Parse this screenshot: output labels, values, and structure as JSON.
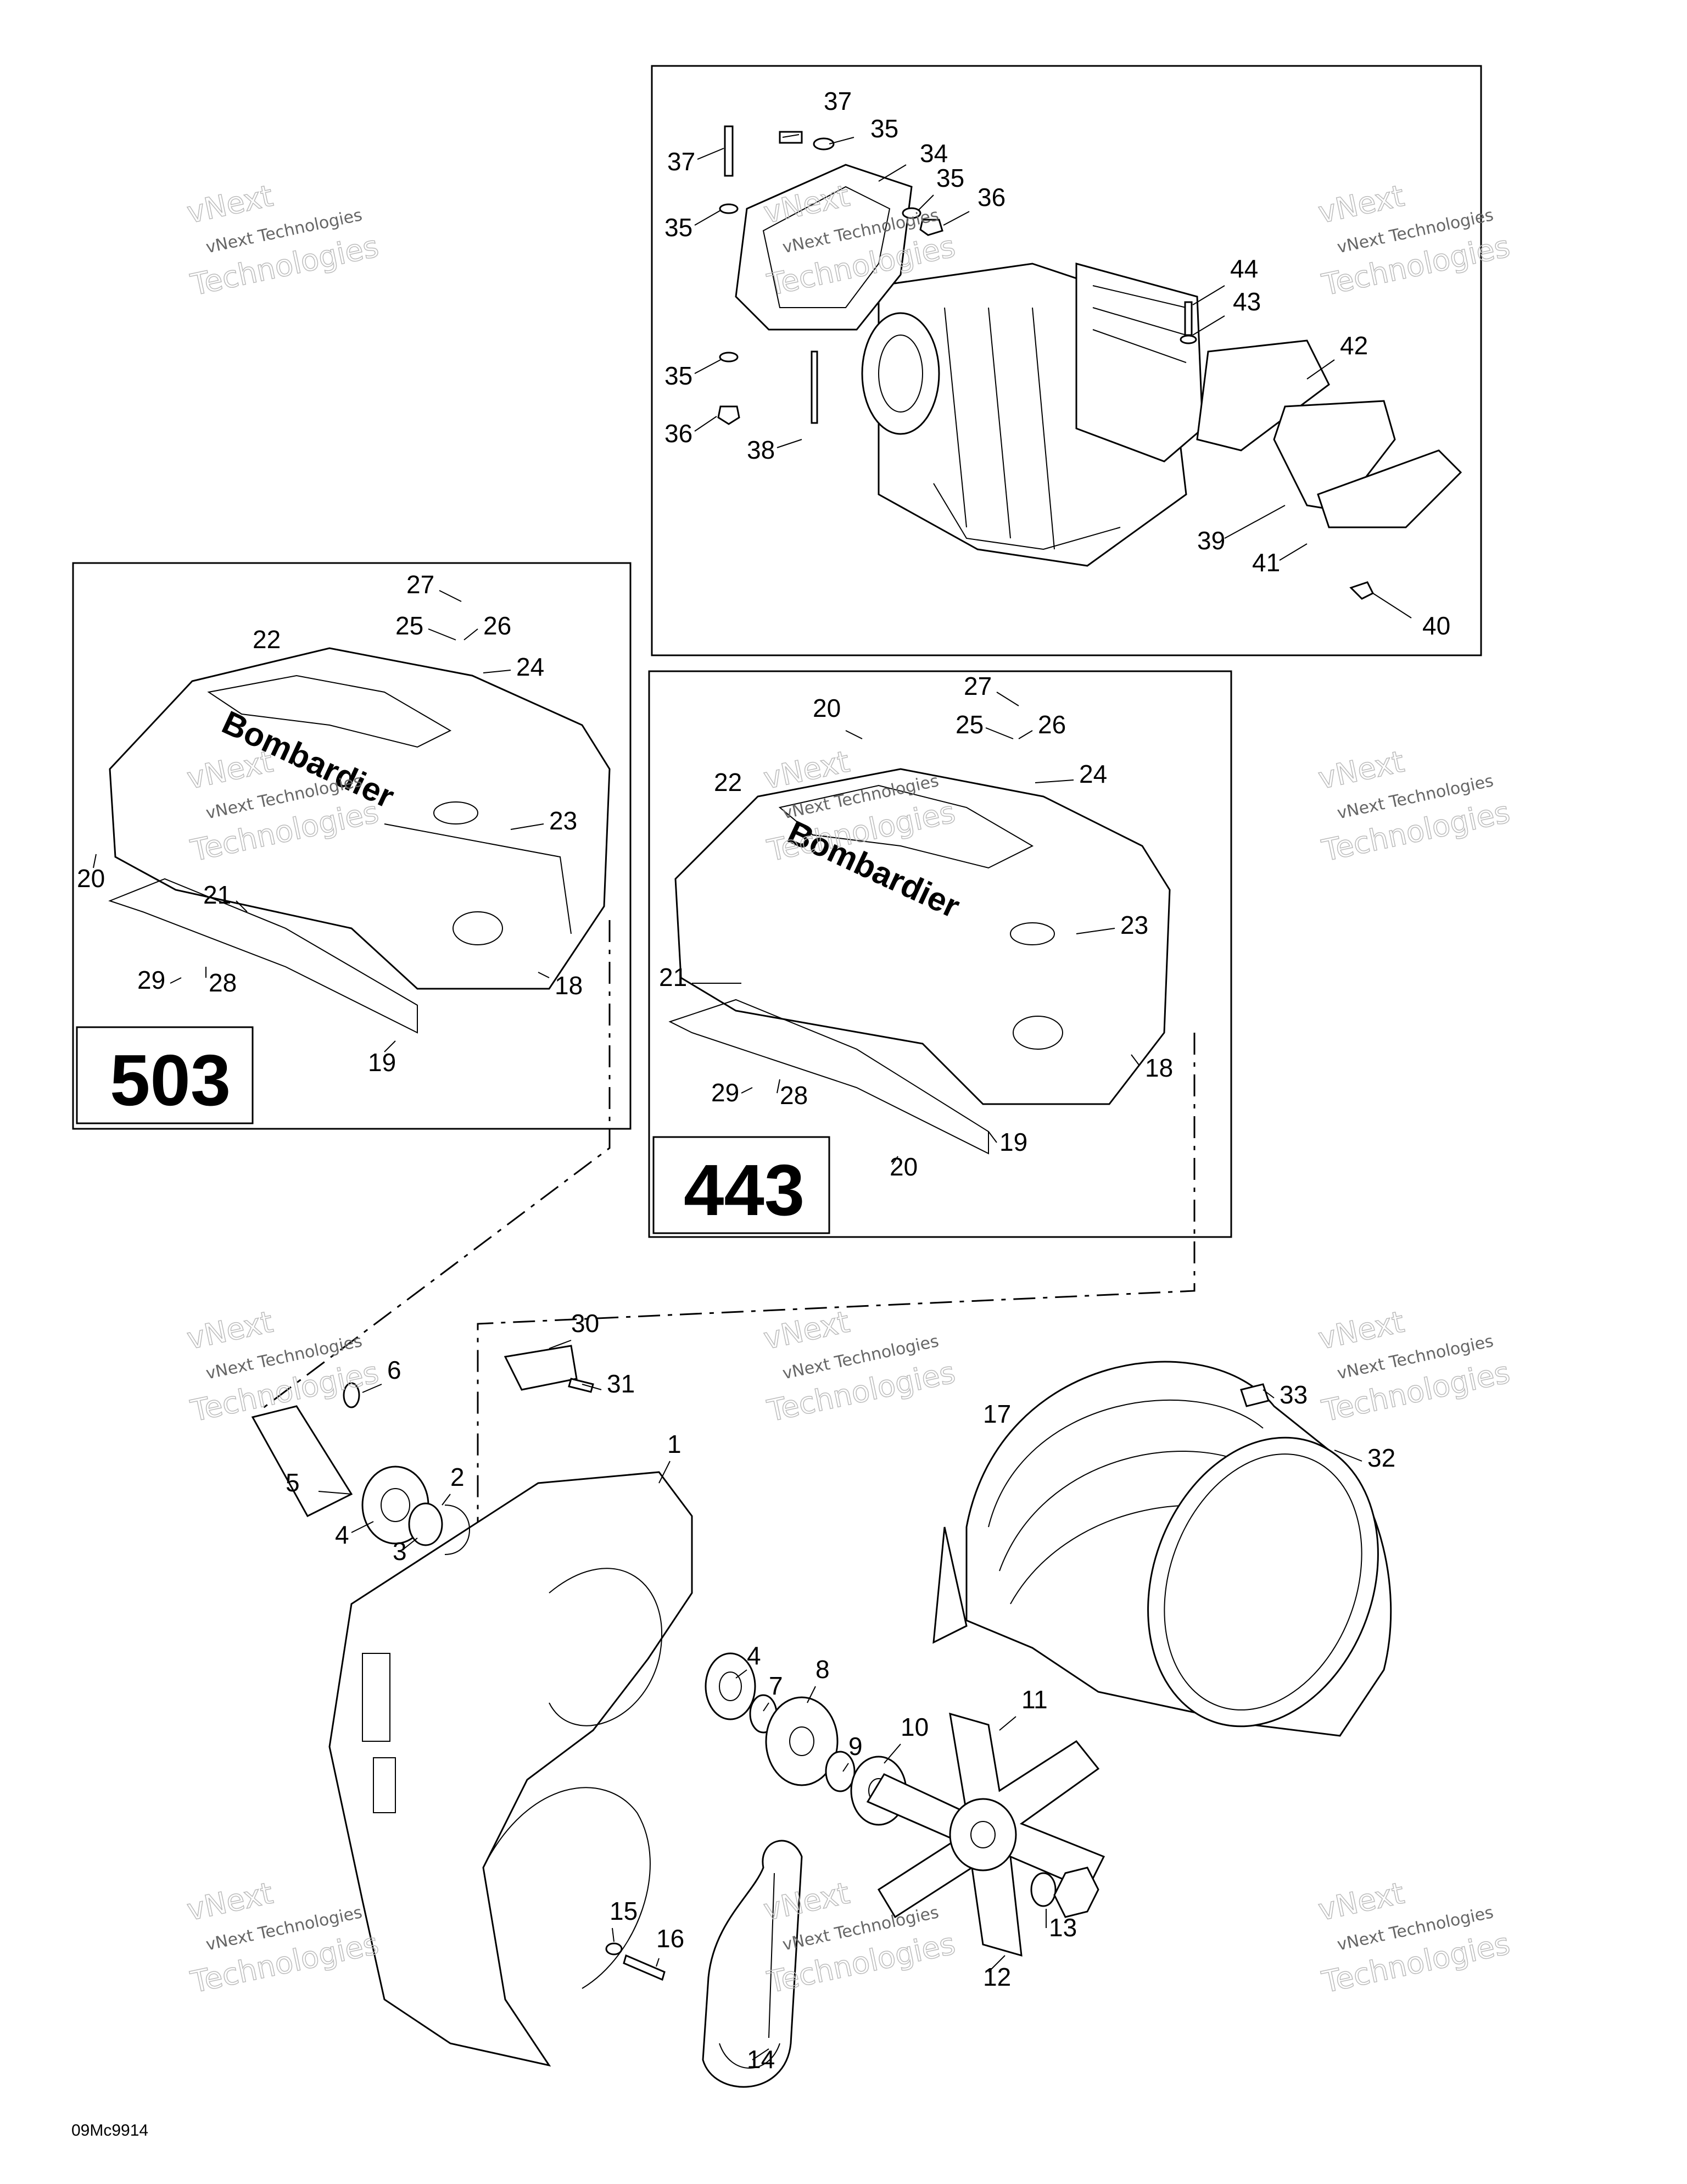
{
  "diagram": {
    "engine_variants": [
      "503",
      "443"
    ],
    "part_numbers": [
      "1",
      "2",
      "3",
      "4",
      "5",
      "6",
      "7",
      "8",
      "9",
      "10",
      "11",
      "12",
      "13",
      "14",
      "15",
      "16",
      "17",
      "18",
      "19",
      "20",
      "21",
      "22",
      "23",
      "24",
      "25",
      "26",
      "27",
      "28",
      "29",
      "30",
      "31",
      "32",
      "33",
      "34",
      "35",
      "36",
      "37",
      "38",
      "39",
      "40",
      "41",
      "42",
      "43",
      "44"
    ],
    "watermark": {
      "line1": "vNext Technologies",
      "line2": "Technologies",
      "line3": "vNext"
    },
    "drawing_code": "09Mc9914"
  },
  "colors": {
    "ink": "#000000",
    "paper": "#ffffff",
    "watermark": "#bbbbbb"
  }
}
